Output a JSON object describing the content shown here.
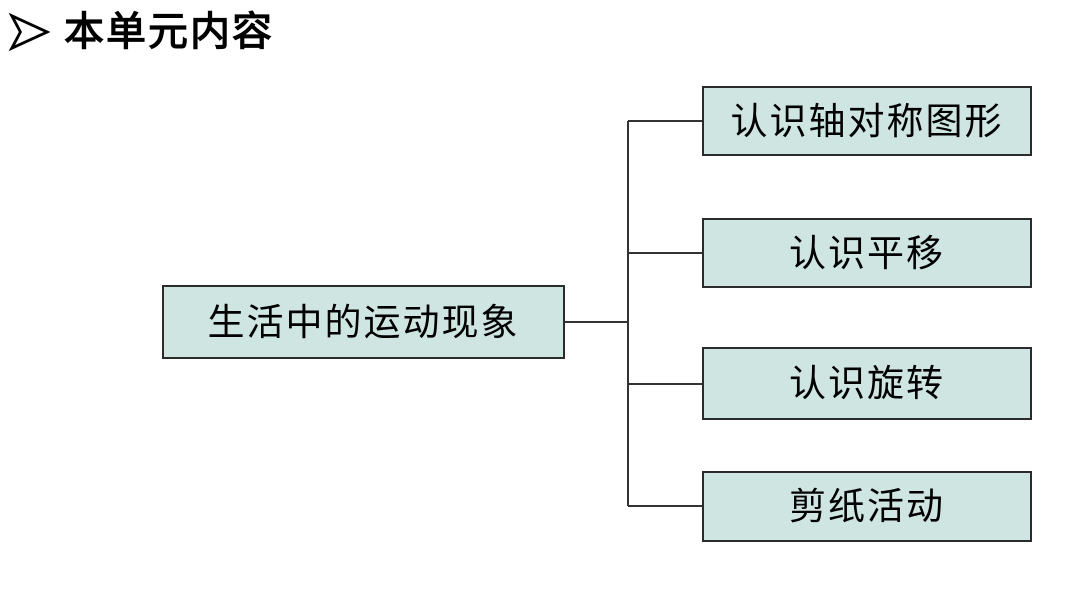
{
  "slide": {
    "title": "本单元内容",
    "bullet_icon": "arrowhead-right"
  },
  "diagram": {
    "root": {
      "label": "生活中的运动现象"
    },
    "children": [
      {
        "label": "认识轴对称图形"
      },
      {
        "label": "认识平移"
      },
      {
        "label": "认识旋转"
      },
      {
        "label": "剪纸活动"
      }
    ],
    "colors": {
      "box_fill": "#cfe5e2",
      "box_border": "#2b2b2b",
      "connector": "#333333",
      "text": "#000000",
      "background": "#ffffff",
      "title_text": "#000000"
    }
  }
}
